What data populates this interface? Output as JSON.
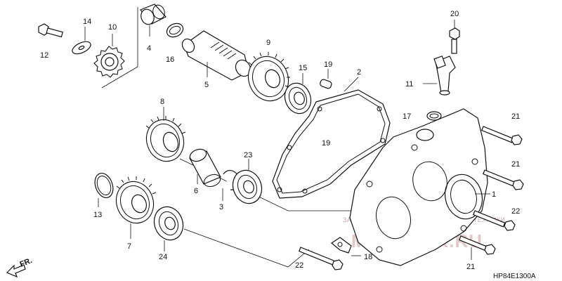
{
  "labels": {
    "p1": "1",
    "p2": "2",
    "p3": "3",
    "p4": "4",
    "p5": "5",
    "p6": "6",
    "p7": "7",
    "p8": "8",
    "p9": "9",
    "p10": "10",
    "p11": "11",
    "p12": "12",
    "p13": "13",
    "p14": "14",
    "p15": "15",
    "p16": "16",
    "p17": "17",
    "p18": "18",
    "p19a": "19",
    "p19b": "19",
    "p20": "20",
    "p21a": "21",
    "p21b": "21",
    "p21c": "21",
    "p22a": "22",
    "p22b": "22",
    "p23": "23",
    "p24": "24"
  },
  "front_indicator": "FR.",
  "diagram_code": "HP84E1300A",
  "watermark": {
    "line1": "ЗАПЧАСТИ И АКСЕССУАРЫ ДЛЯ МОТОТЕХНИКИ",
    "line2": "МОТОFOR.RU"
  },
  "colors": {
    "ink": "#111111",
    "watermark": "#e2c8c8"
  }
}
